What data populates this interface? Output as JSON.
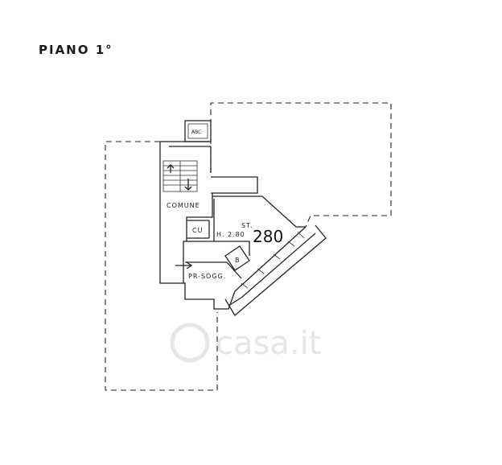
{
  "title": "PIANO 1°",
  "labels": {
    "abc": "ABC",
    "comune": "COMUNE",
    "cu": "CU",
    "st": "ST.",
    "height": "H. 2.80",
    "number": "280",
    "b": "B",
    "pr_sogg": "PR-SOGG."
  },
  "watermark": "casa.it"
}
